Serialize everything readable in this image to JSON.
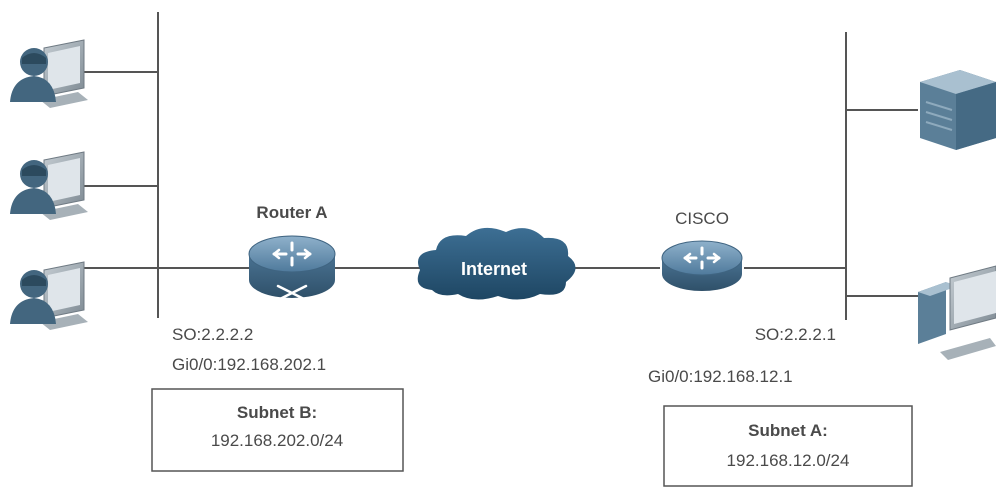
{
  "router_a": {
    "name": "Router A",
    "serial": "SO:2.2.2.2",
    "gig": "Gi0/0:192.168.202.1"
  },
  "router_b": {
    "name": "CISCO",
    "serial": "SO:2.2.2.1",
    "gig": "Gi0/0:192.168.12.1"
  },
  "internet": {
    "label": "Internet"
  },
  "subnet_b": {
    "title": "Subnet B:",
    "network": "192.168.202.0/24"
  },
  "subnet_a": {
    "title": "Subnet A:",
    "network": "192.168.12.0/24"
  },
  "icons": {
    "left_hosts": [
      "user-workstation-icon",
      "user-workstation-icon",
      "user-workstation-icon"
    ],
    "right_hosts": [
      "server-icon",
      "desktop-computer-icon"
    ],
    "router": "router-icon",
    "cloud": "cloud-icon"
  },
  "colors": {
    "line": "#555555",
    "router_blue": "#4f7a9c",
    "cloud_blue": "#2a5a7e",
    "person": "#43667f",
    "monitor": "#9aa5ad",
    "text": "#4a4a4a"
  }
}
